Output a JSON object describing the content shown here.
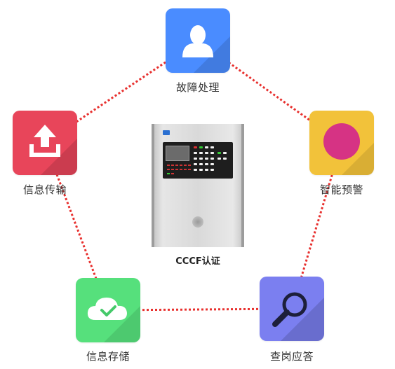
{
  "diagram": {
    "center": {
      "caption": "CCCF认证"
    },
    "nodes": [
      {
        "id": "fault",
        "label": "故障处理",
        "icon": "person-icon",
        "color": "#4a8cff"
      },
      {
        "id": "warn",
        "label": "智能预警",
        "icon": "circle-icon",
        "color": "#f2c23a"
      },
      {
        "id": "query",
        "label": "查岗应答",
        "icon": "magnifier-icon",
        "color": "#7b7ff0"
      },
      {
        "id": "store",
        "label": "信息存储",
        "icon": "cloud-check-icon",
        "color": "#56e07c"
      },
      {
        "id": "transfer",
        "label": "信息传输",
        "icon": "upload-icon",
        "color": "#e8455a"
      }
    ],
    "links": [
      [
        "fault",
        "warn"
      ],
      [
        "warn",
        "query"
      ],
      [
        "query",
        "store"
      ],
      [
        "store",
        "transfer"
      ],
      [
        "transfer",
        "fault"
      ]
    ],
    "link_color": "#e8302e"
  }
}
